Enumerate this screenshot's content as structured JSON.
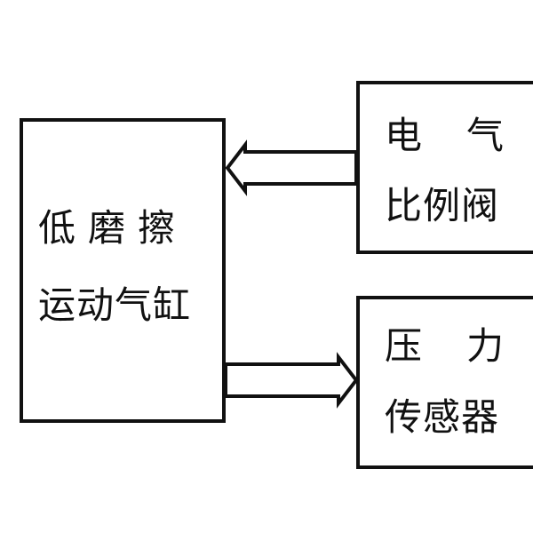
{
  "diagram": {
    "cylinder": {
      "line1": "低磨擦",
      "line2": "运动气缸"
    },
    "valve": {
      "line1_a": "电",
      "line1_b": "气",
      "line2": "比例阀"
    },
    "sensor": {
      "line1_a": "压",
      "line1_b": "力",
      "line2": "传感器"
    }
  },
  "colors": {
    "stroke": "#111111",
    "background": "#ffffff"
  }
}
